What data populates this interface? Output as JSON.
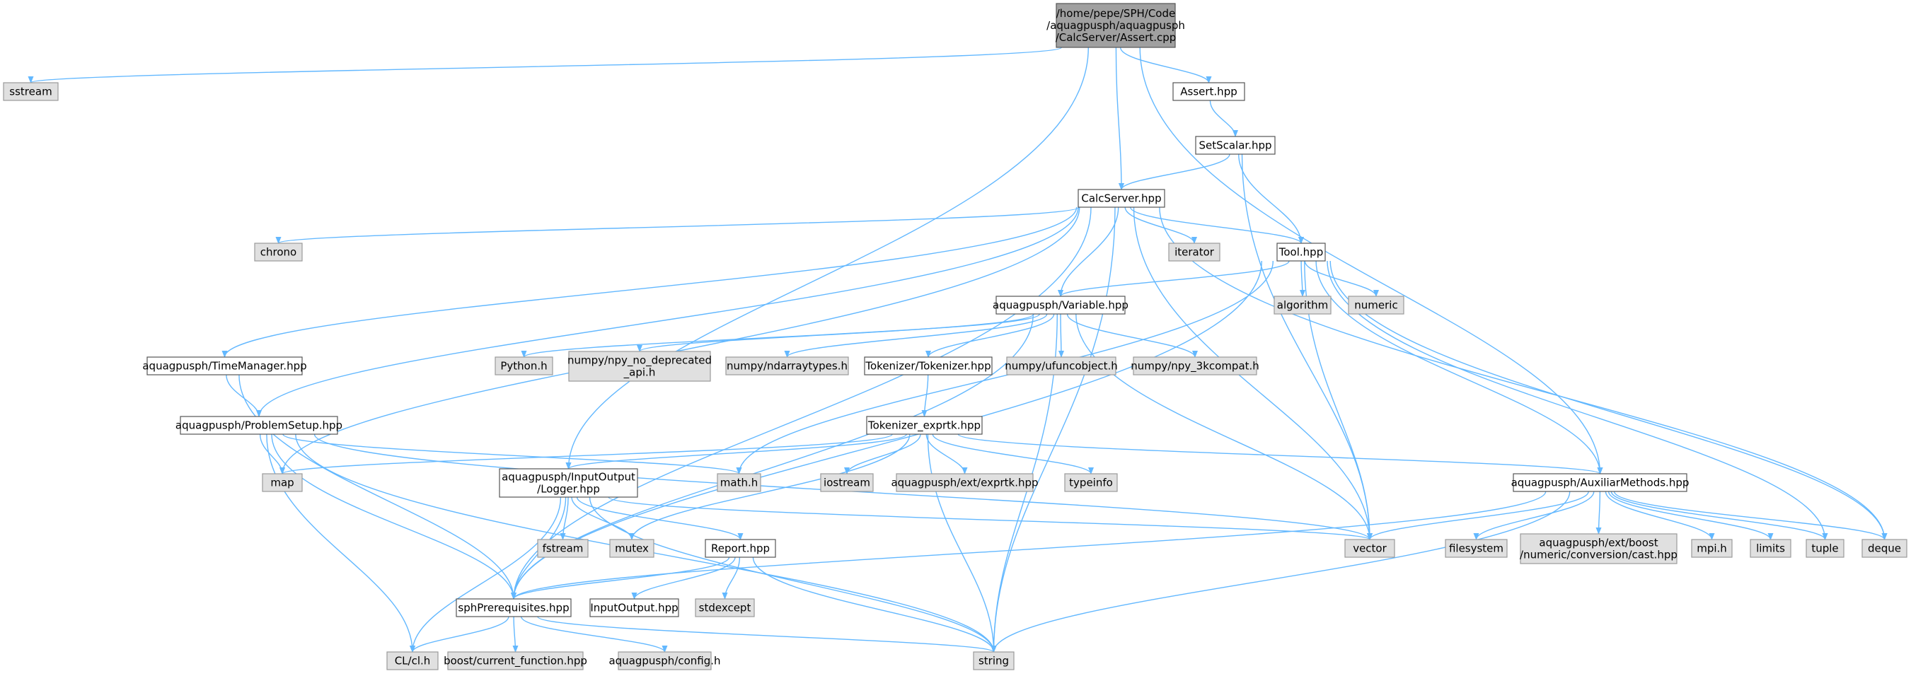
{
  "colors": {
    "edge": "#63b8ff",
    "root_fill": "#a0a0a0",
    "normal_fill": "#ffffff",
    "system_fill": "#e0e0e0"
  },
  "nodes": [
    {
      "id": "root",
      "label": [
        "/home/pepe/SPH/Code",
        "/aquagpusph/aquagpusph",
        "/CalcServer/Assert.cpp"
      ],
      "kind": "root"
    },
    {
      "id": "sstream",
      "label": [
        "sstream"
      ],
      "kind": "sys"
    },
    {
      "id": "assert_hpp",
      "label": [
        "Assert.hpp"
      ],
      "kind": "normal"
    },
    {
      "id": "setscalar",
      "label": [
        "SetScalar.hpp"
      ],
      "kind": "normal"
    },
    {
      "id": "calcserver",
      "label": [
        "CalcServer.hpp"
      ],
      "kind": "normal"
    },
    {
      "id": "chrono",
      "label": [
        "chrono"
      ],
      "kind": "sys"
    },
    {
      "id": "iterator",
      "label": [
        "iterator"
      ],
      "kind": "sys"
    },
    {
      "id": "tool",
      "label": [
        "Tool.hpp"
      ],
      "kind": "normal"
    },
    {
      "id": "algorithm",
      "label": [
        "algorithm"
      ],
      "kind": "sys"
    },
    {
      "id": "numeric",
      "label": [
        "numeric"
      ],
      "kind": "sys"
    },
    {
      "id": "variable",
      "label": [
        "aquagpusph/Variable.hpp"
      ],
      "kind": "normal"
    },
    {
      "id": "timemanager",
      "label": [
        "aquagpusph/TimeManager.hpp"
      ],
      "kind": "normal"
    },
    {
      "id": "python",
      "label": [
        "Python.h"
      ],
      "kind": "sys"
    },
    {
      "id": "npy_dep",
      "label": [
        "numpy/npy_no_deprecated",
        "_api.h"
      ],
      "kind": "sys"
    },
    {
      "id": "ndarraytypes",
      "label": [
        "numpy/ndarraytypes.h"
      ],
      "kind": "sys"
    },
    {
      "id": "tokenizer",
      "label": [
        "Tokenizer/Tokenizer.hpp"
      ],
      "kind": "normal"
    },
    {
      "id": "ufuncobject",
      "label": [
        "numpy/ufuncobject.h"
      ],
      "kind": "sys"
    },
    {
      "id": "npy_3k",
      "label": [
        "numpy/npy_3kcompat.h"
      ],
      "kind": "sys"
    },
    {
      "id": "problemsetup",
      "label": [
        "aquagpusph/ProblemSetup.hpp"
      ],
      "kind": "normal"
    },
    {
      "id": "tok_exprtk",
      "label": [
        "Tokenizer_exprtk.hpp"
      ],
      "kind": "normal"
    },
    {
      "id": "map",
      "label": [
        "map"
      ],
      "kind": "sys"
    },
    {
      "id": "math",
      "label": [
        "math.h"
      ],
      "kind": "sys"
    },
    {
      "id": "logger",
      "label": [
        "aquagpusph/InputOutput",
        "/Logger.hpp"
      ],
      "kind": "normal"
    },
    {
      "id": "iostream",
      "label": [
        "iostream"
      ],
      "kind": "sys"
    },
    {
      "id": "exprtk",
      "label": [
        "aquagpusph/ext/exprtk.hpp"
      ],
      "kind": "sys"
    },
    {
      "id": "typeinfo",
      "label": [
        "typeinfo"
      ],
      "kind": "sys"
    },
    {
      "id": "auxiliar",
      "label": [
        "aquagpusph/AuxiliarMethods.hpp"
      ],
      "kind": "normal"
    },
    {
      "id": "fstream",
      "label": [
        "fstream"
      ],
      "kind": "sys"
    },
    {
      "id": "mutex",
      "label": [
        "mutex"
      ],
      "kind": "sys"
    },
    {
      "id": "report",
      "label": [
        "Report.hpp"
      ],
      "kind": "normal"
    },
    {
      "id": "vector",
      "label": [
        "vector"
      ],
      "kind": "sys"
    },
    {
      "id": "filesystem",
      "label": [
        "filesystem"
      ],
      "kind": "sys"
    },
    {
      "id": "boost_cast",
      "label": [
        "aquagpusph/ext/boost",
        "/numeric/conversion/cast.hpp"
      ],
      "kind": "sys"
    },
    {
      "id": "mpi",
      "label": [
        "mpi.h"
      ],
      "kind": "sys"
    },
    {
      "id": "limits",
      "label": [
        "limits"
      ],
      "kind": "sys"
    },
    {
      "id": "tuple",
      "label": [
        "tuple"
      ],
      "kind": "sys"
    },
    {
      "id": "deque",
      "label": [
        "deque"
      ],
      "kind": "sys"
    },
    {
      "id": "sphprereq",
      "label": [
        "sphPrerequisites.hpp"
      ],
      "kind": "normal"
    },
    {
      "id": "inputoutput",
      "label": [
        "InputOutput.hpp"
      ],
      "kind": "normal"
    },
    {
      "id": "stdexcept",
      "label": [
        "stdexcept"
      ],
      "kind": "sys"
    },
    {
      "id": "clh",
      "label": [
        "CL/cl.h"
      ],
      "kind": "sys"
    },
    {
      "id": "boost_cf",
      "label": [
        "boost/current_function.hpp"
      ],
      "kind": "sys"
    },
    {
      "id": "config",
      "label": [
        "aquagpusph/config.h"
      ],
      "kind": "sys"
    },
    {
      "id": "string",
      "label": [
        "string"
      ],
      "kind": "sys"
    }
  ],
  "edges": [
    [
      "root",
      "sstream"
    ],
    [
      "root",
      "assert_hpp"
    ],
    [
      "root",
      "calcserver"
    ],
    [
      "root",
      "logger"
    ],
    [
      "root",
      "auxiliar"
    ],
    [
      "assert_hpp",
      "setscalar"
    ],
    [
      "setscalar",
      "calcserver"
    ],
    [
      "setscalar",
      "tool"
    ],
    [
      "setscalar",
      "vector"
    ],
    [
      "calcserver",
      "chrono"
    ],
    [
      "calcserver",
      "iterator"
    ],
    [
      "calcserver",
      "tool"
    ],
    [
      "calcserver",
      "variable"
    ],
    [
      "calcserver",
      "timemanager"
    ],
    [
      "calcserver",
      "problemsetup"
    ],
    [
      "calcserver",
      "map"
    ],
    [
      "calcserver",
      "sphprereq"
    ],
    [
      "calcserver",
      "vector"
    ],
    [
      "calcserver",
      "string"
    ],
    [
      "calcserver",
      "deque"
    ],
    [
      "tool",
      "algorithm"
    ],
    [
      "tool",
      "numeric"
    ],
    [
      "tool",
      "variable"
    ],
    [
      "tool",
      "auxiliar"
    ],
    [
      "tool",
      "vector"
    ],
    [
      "tool",
      "math"
    ],
    [
      "tool",
      "sphprereq"
    ],
    [
      "tool",
      "tuple"
    ],
    [
      "tool",
      "deque"
    ],
    [
      "variable",
      "python"
    ],
    [
      "variable",
      "npy_dep"
    ],
    [
      "variable",
      "ndarraytypes"
    ],
    [
      "variable",
      "tokenizer"
    ],
    [
      "variable",
      "ufuncobject"
    ],
    [
      "variable",
      "npy_3k"
    ],
    [
      "variable",
      "sphprereq"
    ],
    [
      "variable",
      "vector"
    ],
    [
      "variable",
      "string"
    ],
    [
      "timemanager",
      "problemsetup"
    ],
    [
      "timemanager",
      "sphprereq"
    ],
    [
      "tokenizer",
      "tok_exprtk"
    ],
    [
      "problemsetup",
      "map"
    ],
    [
      "problemsetup",
      "math"
    ],
    [
      "problemsetup",
      "sphprereq"
    ],
    [
      "problemsetup",
      "clh"
    ],
    [
      "problemsetup",
      "vector"
    ],
    [
      "problemsetup",
      "string"
    ],
    [
      "tok_exprtk",
      "map"
    ],
    [
      "tok_exprtk",
      "logger"
    ],
    [
      "tok_exprtk",
      "iostream"
    ],
    [
      "tok_exprtk",
      "exprtk"
    ],
    [
      "tok_exprtk",
      "typeinfo"
    ],
    [
      "tok_exprtk",
      "auxiliar"
    ],
    [
      "tok_exprtk",
      "mutex"
    ],
    [
      "tok_exprtk",
      "string"
    ],
    [
      "logger",
      "fstream"
    ],
    [
      "logger",
      "mutex"
    ],
    [
      "logger",
      "report"
    ],
    [
      "logger",
      "sphprereq"
    ],
    [
      "logger",
      "clh"
    ],
    [
      "logger",
      "vector"
    ],
    [
      "logger",
      "string"
    ],
    [
      "auxiliar",
      "vector"
    ],
    [
      "auxiliar",
      "filesystem"
    ],
    [
      "auxiliar",
      "boost_cast"
    ],
    [
      "auxiliar",
      "mpi"
    ],
    [
      "auxiliar",
      "limits"
    ],
    [
      "auxiliar",
      "tuple"
    ],
    [
      "auxiliar",
      "deque"
    ],
    [
      "auxiliar",
      "sphprereq"
    ],
    [
      "auxiliar",
      "string"
    ],
    [
      "report",
      "sphprereq"
    ],
    [
      "report",
      "inputoutput"
    ],
    [
      "report",
      "stdexcept"
    ],
    [
      "report",
      "string"
    ],
    [
      "sphprereq",
      "clh"
    ],
    [
      "sphprereq",
      "boost_cf"
    ],
    [
      "sphprereq",
      "config"
    ],
    [
      "sphprereq",
      "string"
    ]
  ]
}
